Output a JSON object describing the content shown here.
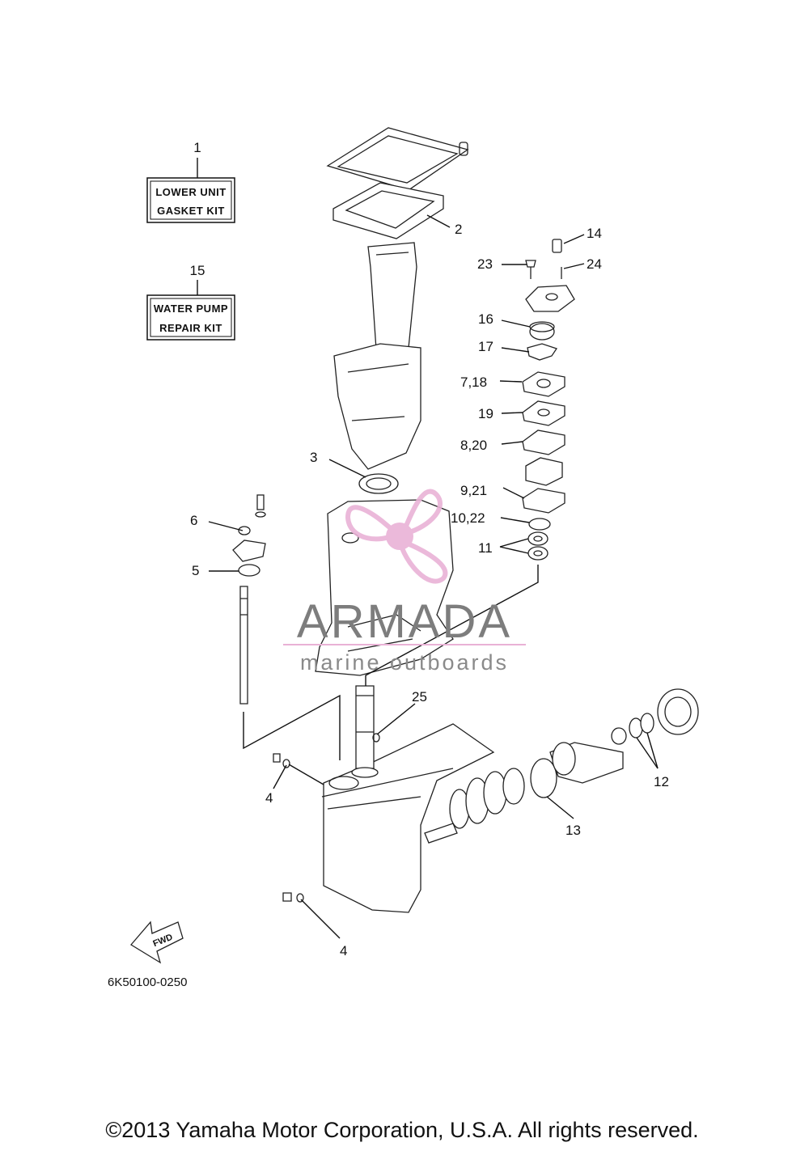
{
  "kits": {
    "gasket": {
      "callout": "1",
      "line1": "LOWER UNIT",
      "line2": "GASKET KIT"
    },
    "pump": {
      "callout": "15",
      "line1": "WATER PUMP",
      "line2": "REPAIR KIT"
    }
  },
  "callouts": {
    "c2": "2",
    "c3": "3",
    "c4a": "4",
    "c4b": "4",
    "c5": "5",
    "c6": "6",
    "c7_18": "7,18",
    "c8_20": "8,20",
    "c9_21": "9,21",
    "c10_22": "10,22",
    "c11": "11",
    "c12": "12",
    "c13": "13",
    "c14": "14",
    "c16": "16",
    "c17": "17",
    "c19": "19",
    "c23": "23",
    "c24": "24",
    "c25": "25"
  },
  "fwd_label": "FWD",
  "diagram_code": "6K50100-0250",
  "watermark": {
    "title": "ARMADA",
    "subtitle": "marine outboards",
    "accent_color": "#e9b2d6"
  },
  "copyright": "©2013 Yamaha Motor Corporation, U.S.A. All rights reserved."
}
